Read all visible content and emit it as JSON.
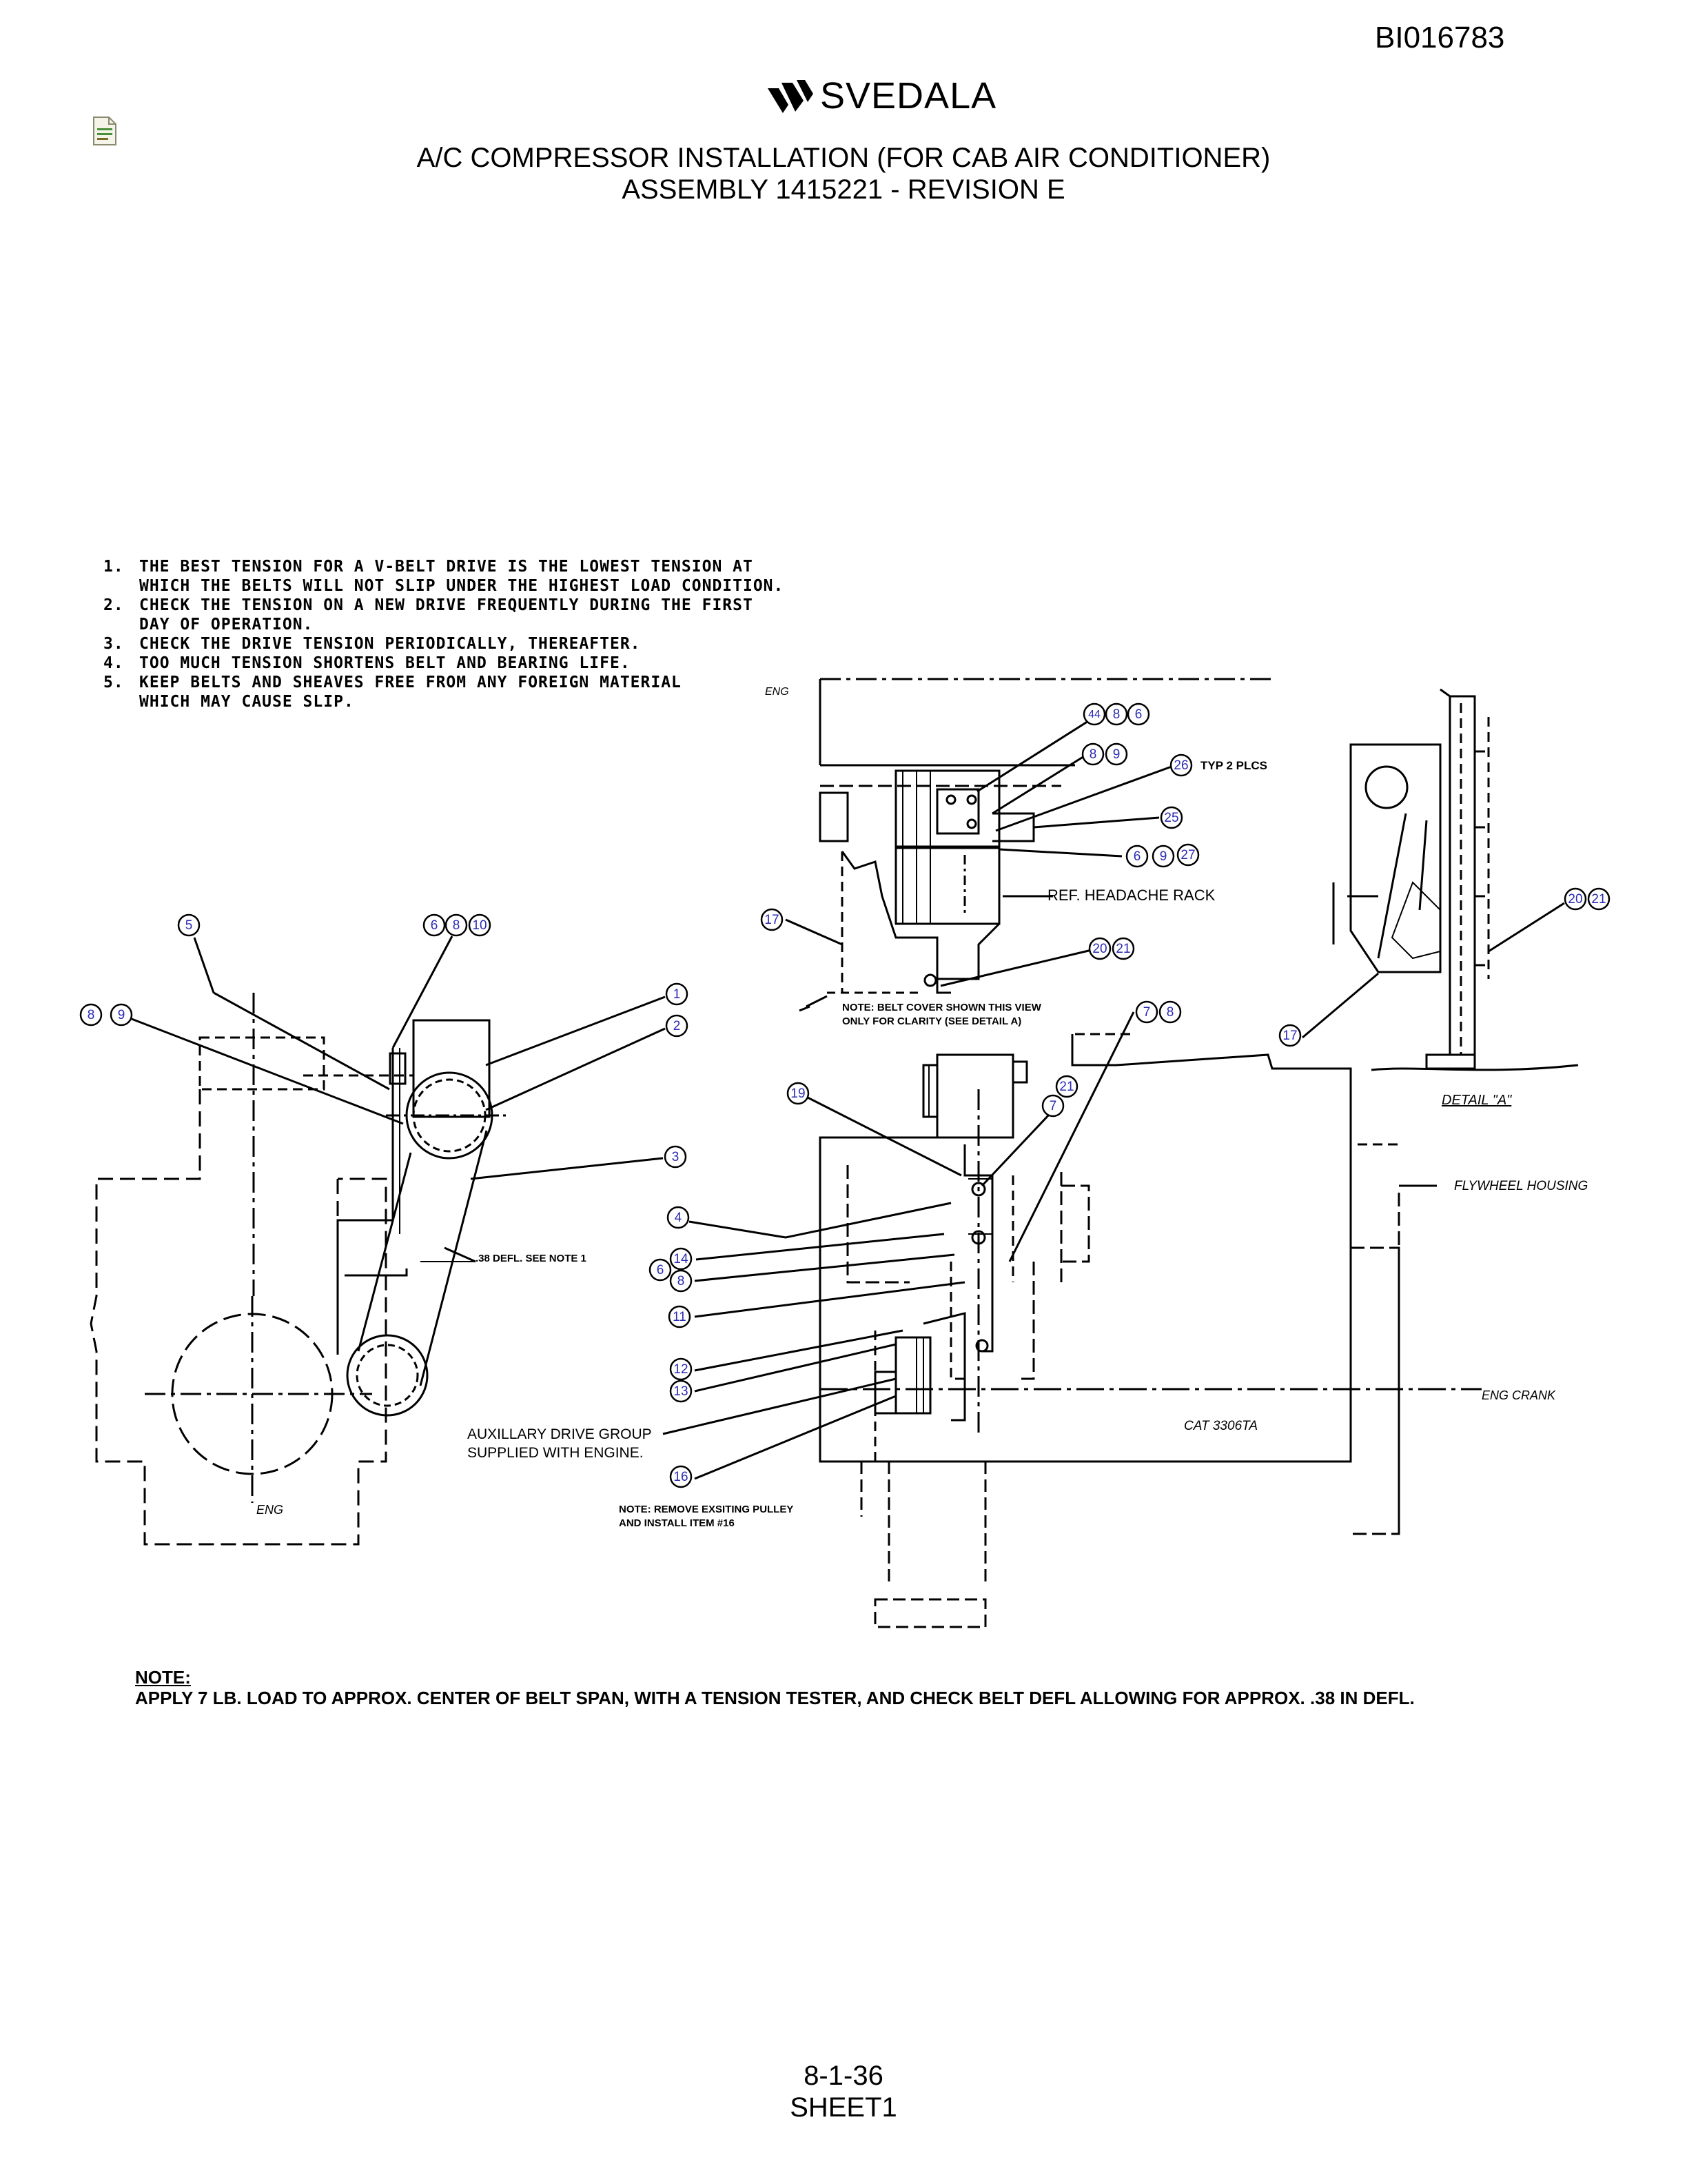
{
  "doc_id": "BI016783",
  "brand": "SVEDALA",
  "title_line1": "A/C COMPRESSOR INSTALLATION (FOR CAB AIR CONDITIONER)",
  "title_line2": "ASSEMBLY 1415221 - REVISION E",
  "notes": [
    {
      "num": "1.",
      "lines": [
        "THE BEST TENSION FOR A V-BELT DRIVE IS THE LOWEST TENSION AT",
        "WHICH THE BELTS WILL NOT SLIP UNDER THE HIGHEST LOAD CONDITION."
      ]
    },
    {
      "num": "2.",
      "lines": [
        "CHECK THE TENSION ON A NEW DRIVE FREQUENTLY DURING THE FIRST",
        "DAY OF OPERATION."
      ]
    },
    {
      "num": "3.",
      "lines": [
        "CHECK THE DRIVE TENSION PERIODICALLY, THEREAFTER."
      ]
    },
    {
      "num": "4.",
      "lines": [
        "TOO MUCH TENSION SHORTENS BELT AND BEARING LIFE."
      ]
    },
    {
      "num": "5.",
      "lines": [
        "KEEP BELTS AND SHEAVES FREE FROM ANY FOREIGN MATERIAL",
        "WHICH MAY CAUSE SLIP."
      ]
    }
  ],
  "labels": {
    "defl": ".38 DEFL. SEE NOTE 1",
    "typ2": "TYP 2 PLCS",
    "headache": "REF. HEADACHE RACK",
    "belt_note_1": "NOTE:  BELT COVER SHOWN THIS VIEW",
    "belt_note_2": "ONLY FOR CLARITY (SEE DETAIL A)",
    "aux1": "AUXILLARY DRIVE GROUP",
    "aux2": "SUPPLIED WITH ENGINE.",
    "remove1": "NOTE:  REMOVE EXSITING PULLEY",
    "remove2": "AND INSTALL ITEM #16",
    "cat": "CAT 3306TA",
    "flywheel": "FLYWHEEL HOUSING",
    "eng_crank": "ENG CRANK",
    "eng": "ENG",
    "eng_top": "ENG",
    "detail": "DETAIL \"A\""
  },
  "balloons": {
    "b5": "5",
    "b6a": "6",
    "b8a": "8",
    "b10": "10",
    "b8b": "8",
    "b9a": "9",
    "b1": "1",
    "b2": "2",
    "b3": "3",
    "b4": "4",
    "b14": "14",
    "b6b": "6",
    "b8c": "8",
    "b11": "11",
    "b12": "12",
    "b13": "13",
    "b16": "16",
    "b44": "44",
    "b8d": "8",
    "b6c": "6",
    "b8e": "8",
    "b9b": "9",
    "b26": "26",
    "b25": "25",
    "b6d": "6",
    "b9c": "9",
    "b27": "27",
    "b17a": "17",
    "b20a": "20",
    "b21a": "21",
    "b7a": "7",
    "b8f": "8",
    "b19": "19",
    "b21b": "21",
    "b7b": "7",
    "b20b": "20",
    "b21c": "21",
    "b17b": "17"
  },
  "bottom_note_heading": "NOTE:",
  "bottom_note": "APPLY 7 LB. LOAD TO APPROX. CENTER OF BELT SPAN, WITH A TENSION TESTER, AND CHECK BELT DEFL ALLOWING FOR APPROX. .38 IN DEFL.",
  "page_number": "8-1-36",
  "sheet": "SHEET1",
  "colors": {
    "balloon_text": "#2b2bb5",
    "line": "#000000"
  }
}
